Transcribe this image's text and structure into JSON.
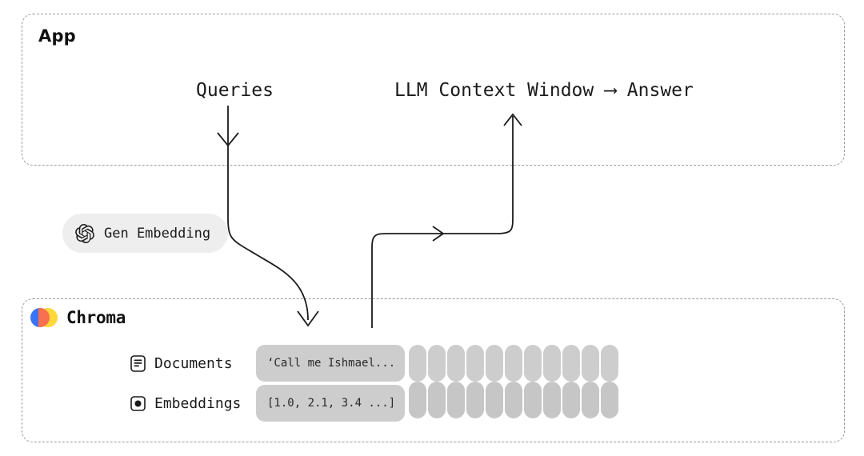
{
  "diagram": {
    "title_app": "App",
    "title_chroma": "Chroma",
    "labels": {
      "queries": "Queries",
      "context_window": "LLM Context Window ⟶ Answer",
      "gen_embedding": "Gen Embedding"
    },
    "icons": {
      "openai": "openai-logo-icon",
      "chroma": "chroma-logo-icon",
      "documents": "document-lines-icon",
      "embeddings": "dot-square-icon",
      "arrow_down_queries": "arrow-down-icon",
      "arrow_into_chroma": "arrow-down-icon",
      "arrow_retrieve": "arrow-right-icon",
      "arrow_up_context": "arrow-up-icon",
      "arrow_answer": "arrow-right-icon"
    },
    "rows": [
      {
        "icon": "document-lines-icon",
        "label": "Documents",
        "value": "‘Call me Ishmael..."
      },
      {
        "icon": "dot-square-icon",
        "label": "Embeddings",
        "value": "[1.0, 2.1, 3.4 ...]"
      }
    ],
    "pill_columns": 11,
    "colors": {
      "chroma_blue": "#3b74f2",
      "chroma_yellow": "#ffd83b",
      "chroma_overlap": "#f8704f",
      "card_grey": "#cdcdcd",
      "pill_grey": "#cdcdcd",
      "embed_pill_grey": "#eeeeee",
      "border_dash": "#9a9a9a",
      "stroke": "#1b1b1b",
      "text": "#1b1b1b"
    }
  }
}
